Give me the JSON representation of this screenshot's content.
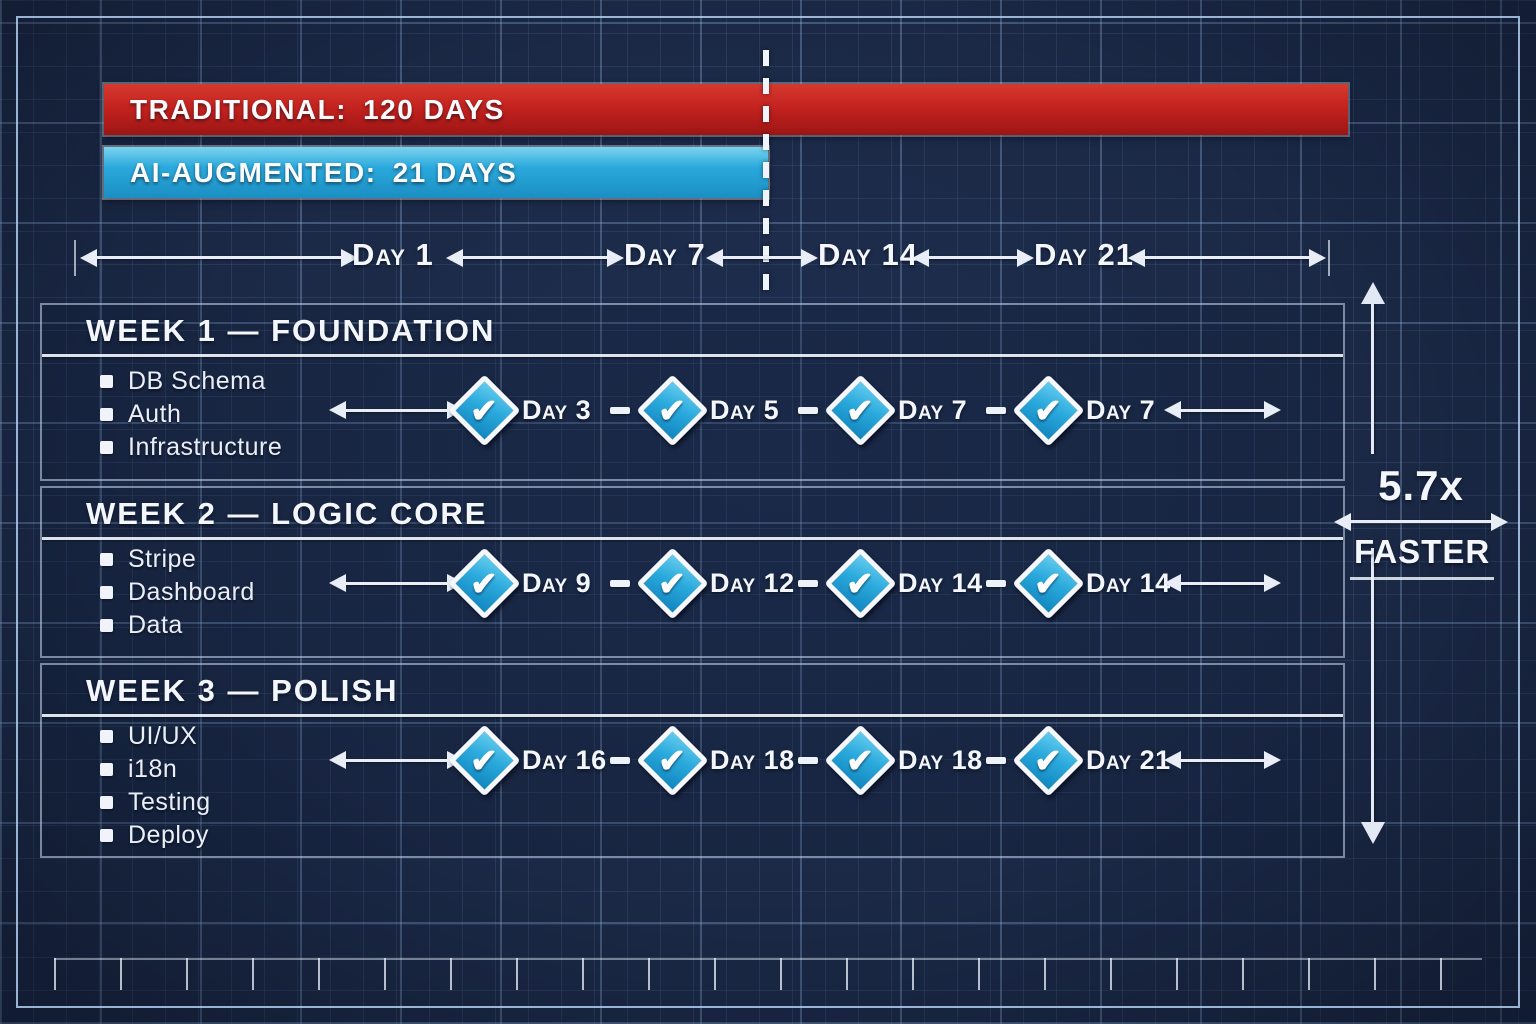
{
  "comparison_bars": {
    "traditional": {
      "label": "TRADITIONAL:",
      "value": "120 DAYS",
      "color": "#c4231f"
    },
    "ai_augmented": {
      "label": "AI-AUGMENTED:",
      "value": "21 DAYS",
      "color": "#2aa9dc"
    }
  },
  "timeline_axis": {
    "ticks": [
      "Day 1",
      "Day 7",
      "Day 14",
      "Day 21"
    ]
  },
  "weeks": [
    {
      "title": "WEEK 1 — FOUNDATION",
      "tasks": [
        "DB Schema",
        "Auth",
        "Infrastructure"
      ],
      "milestones": [
        "Day 3",
        "Day 5",
        "Day 7",
        "Day 7"
      ]
    },
    {
      "title": "WEEK 2 — LOGIC CORE",
      "tasks": [
        "Stripe",
        "Dashboard",
        "Data"
      ],
      "milestones": [
        "Day 9",
        "Day 12",
        "Day 14",
        "Day 14"
      ]
    },
    {
      "title": "WEEK 3 — POLISH",
      "tasks": [
        "UI/UX",
        "i18n",
        "Testing",
        "Deploy"
      ],
      "milestones": [
        "Day 16",
        "Day 18",
        "Day 18",
        "Day 21"
      ]
    }
  ],
  "speed_annotation": {
    "multiplier": "5.7x",
    "label": "FASTER"
  },
  "glyphs": {
    "check": "✔"
  },
  "colors": {
    "background": "#1b2946",
    "grid_line": "#a0c3f0",
    "frame": "#b2cef0",
    "text": "#f3f6fb",
    "traditional_red": "#c4231f",
    "ai_blue": "#2aa9dc",
    "diamond_blue": "#2aa9dc"
  }
}
